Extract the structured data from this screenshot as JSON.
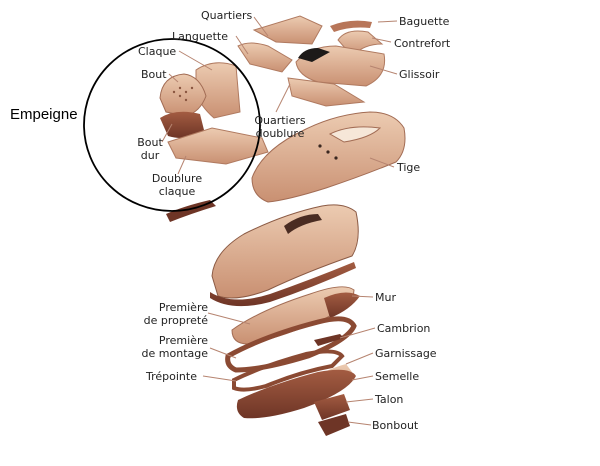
{
  "title": "Empeigne",
  "colors": {
    "leather_light": "#e6c3a7",
    "leather_mid": "#d19f80",
    "leather_dark": "#8b4a33",
    "leather_shadow": "#6e3526",
    "black": "#1d1a19",
    "line": "#b68470",
    "text": "#222222",
    "circle": "#000000"
  },
  "labels": {
    "quartiers": "Quartiers",
    "baguette": "Baguette",
    "languette": "Languette",
    "contrefort": "Contrefort",
    "claque": "Claque",
    "glissoir": "Glissoir",
    "bout": "Bout",
    "quartiers_doublure_1": "Quartiers",
    "quartiers_doublure_2": "doublure",
    "bout_dur_1": "Bout",
    "bout_dur_2": "dur",
    "tige": "Tige",
    "doublure_claque_1": "Doublure",
    "doublure_claque_2": "claque",
    "mur": "Mur",
    "premiere_proprete_1": "Première",
    "premiere_proprete_2": "de propreté",
    "cambrion": "Cambrion",
    "premiere_montage_1": "Première",
    "premiere_montage_2": "de montage",
    "garnissage": "Garnissage",
    "trepointe": "Trépointe",
    "semelle": "Semelle",
    "talon": "Talon",
    "bonbout": "Bonbout"
  }
}
